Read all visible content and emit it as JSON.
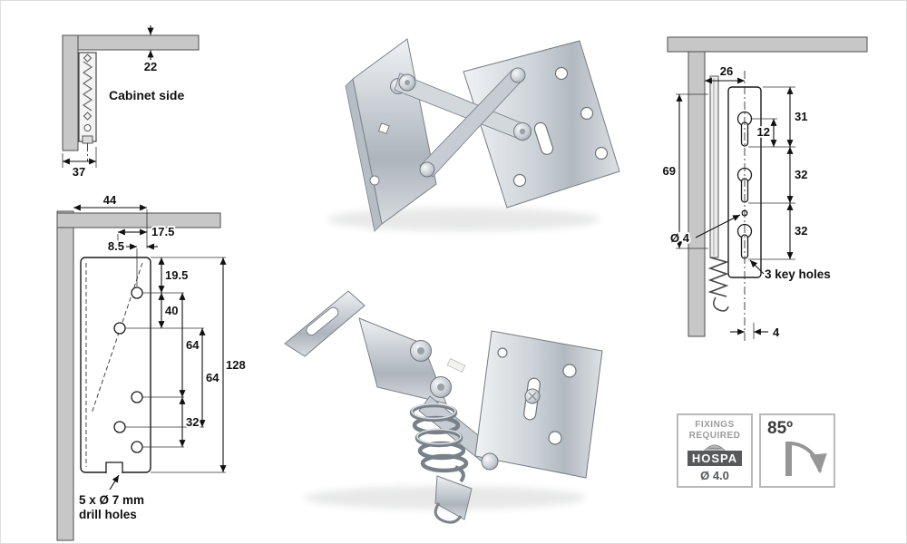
{
  "corner_detail": {
    "thickness": "22",
    "label": "Cabinet side",
    "depth": "37"
  },
  "plate_drawing": {
    "w44": "44",
    "w17_5": "17.5",
    "w8_5": "8.5",
    "h19_5": "19.5",
    "h40": "40",
    "h64a": "64",
    "h64b": "64",
    "h32": "32",
    "h128": "128",
    "note1": "5 x Ø 7 mm",
    "note2": "drill holes"
  },
  "side_drawing": {
    "w26": "26",
    "h69": "69",
    "h31": "31",
    "h12": "12",
    "h32a": "32",
    "h32b": "32",
    "hole": "Ø 4",
    "note": "3 key holes",
    "w4": "4"
  },
  "fixings_badge": {
    "line1": "FIXINGS",
    "line2": "REQUIRED",
    "brand": "HOSPA",
    "size": "Ø 4.0"
  },
  "angle_badge": {
    "value": "85º"
  },
  "colors": {
    "panel_gray": "#c7c7c7",
    "line_black": "#111111",
    "metal_silver": "#c6ccd2",
    "badge_dark": "#58595b"
  }
}
